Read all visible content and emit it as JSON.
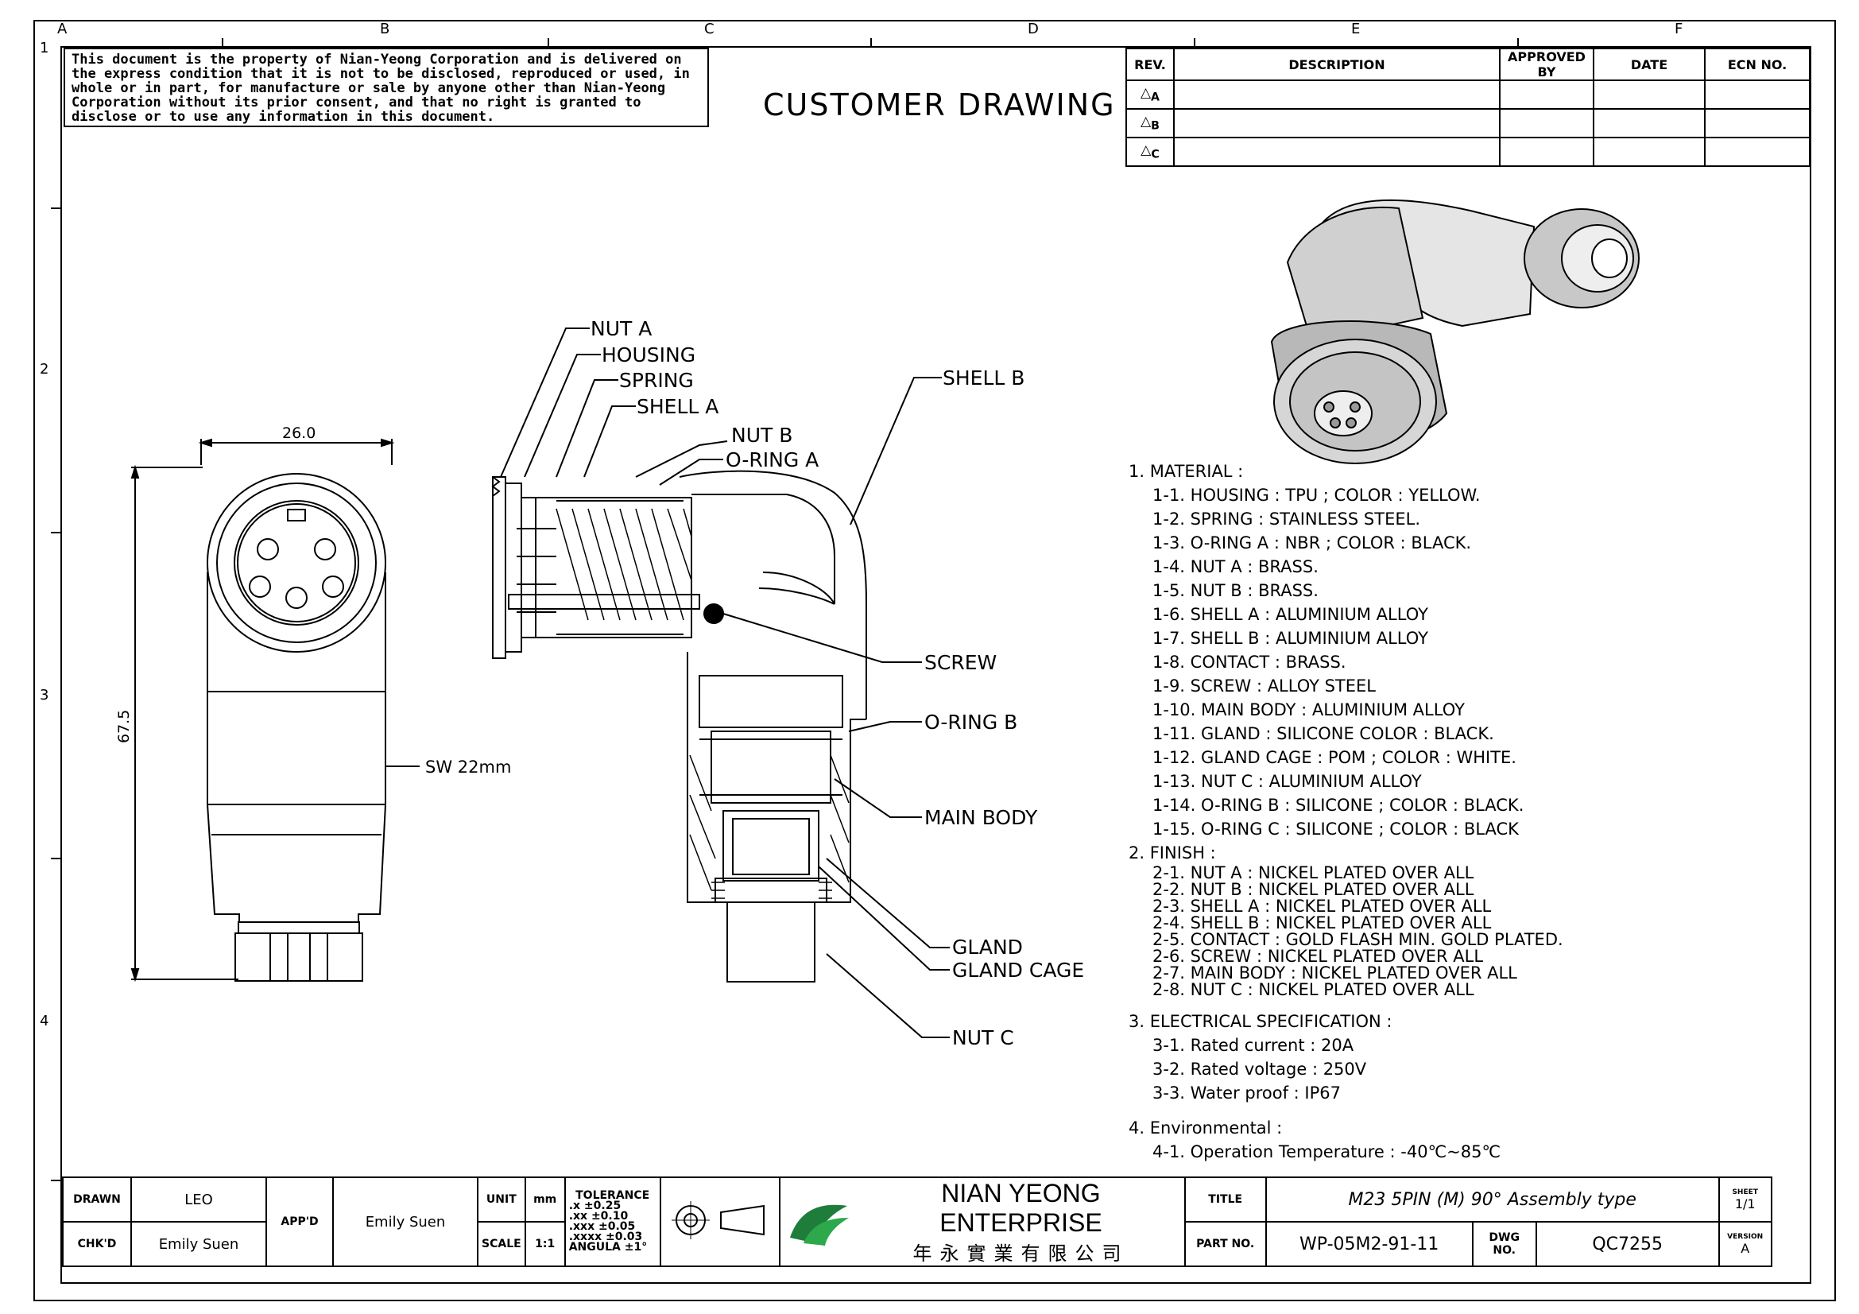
{
  "border": {
    "columns": [
      "A",
      "B",
      "C",
      "D",
      "E",
      "F"
    ],
    "rows": [
      "1",
      "2",
      "3",
      "4"
    ]
  },
  "disclaimer": "This document is the property of Nian-Yeong Corporation and is delivered on the express condition that it is not to be disclosed, reproduced or used, in whole or in part, for manufacture or sale by anyone other than Nian-Yeong Corporation without its prior consent, and that no right is granted to disclose or to use any information in this document.",
  "drawing_title": "CUSTOMER DRAWING",
  "revision_table": {
    "headers": [
      "REV.",
      "DESCRIPTION",
      "APPROVED BY",
      "DATE",
      "ECN NO."
    ],
    "rows": [
      "A",
      "B",
      "C"
    ]
  },
  "dimensions": {
    "width": "26.0",
    "height": "67.5",
    "wrench": "SW 22mm"
  },
  "callouts": {
    "nut_a": "NUT A",
    "housing": "HOUSING",
    "spring": "SPRING",
    "shell_a": "SHELL A",
    "nut_b": "NUT B",
    "oring_a": "O-RING A",
    "shell_b": "SHELL B",
    "screw": "SCREW",
    "oring_b": "O-RING B",
    "main_body": "MAIN BODY",
    "gland": "GLAND",
    "gland_cage": "GLAND CAGE",
    "nut_c": "NUT C"
  },
  "notes": {
    "material_title": "1. MATERIAL :",
    "material": [
      "1-1. HOUSING : TPU ; COLOR : YELLOW.",
      "1-2. SPRING : STAINLESS STEEL.",
      "1-3. O-RING A : NBR ; COLOR : BLACK.",
      "1-4. NUT A : BRASS.",
      "1-5. NUT B : BRASS.",
      "1-6. SHELL A : ALUMINIUM ALLOY",
      "1-7. SHELL B : ALUMINIUM ALLOY",
      "1-8. CONTACT : BRASS.",
      "1-9. SCREW : ALLOY STEEL",
      "1-10. MAIN BODY : ALUMINIUM ALLOY",
      "1-11. GLAND : SILICONE COLOR : BLACK.",
      "1-12. GLAND CAGE : POM ; COLOR : WHITE.",
      "1-13. NUT C : ALUMINIUM ALLOY",
      "1-14. O-RING B : SILICONE ; COLOR : BLACK.",
      "1-15. O-RING C : SILICONE ; COLOR : BLACK"
    ],
    "finish_title": "2. FINISH :",
    "finish": [
      "2-1. NUT A : NICKEL PLATED OVER ALL",
      "2-2. NUT B : NICKEL PLATED OVER ALL",
      "2-3. SHELL A : NICKEL PLATED OVER ALL",
      "2-4. SHELL B : NICKEL PLATED OVER ALL",
      "2-5. CONTACT : GOLD FLASH MIN. GOLD PLATED.",
      "2-6. SCREW : NICKEL PLATED OVER ALL",
      "2-7. MAIN BODY : NICKEL PLATED OVER ALL",
      "2-8. NUT C : NICKEL PLATED OVER ALL"
    ],
    "electrical_title": "3. ELECTRICAL SPECIFICATION :",
    "electrical": [
      "3-1. Rated current : 20A",
      "3-2. Rated voltage : 250V",
      "3-3. Water proof : IP67"
    ],
    "env_title": "4. Environmental :",
    "env": [
      "4-1. Operation Temperature : -40℃~85℃"
    ]
  },
  "title_block": {
    "drawn_label": "DRAWN",
    "drawn": "LEO",
    "chkd_label": "CHK'D",
    "chkd": "Emily Suen",
    "appd_label": "APP'D",
    "appd": "Emily Suen",
    "unit_label": "UNIT",
    "unit": "mm",
    "scale_label": "SCALE",
    "scale": "1:1",
    "tolerance_title": "TOLERANCE",
    "tolerance": [
      ".x  ±0.25",
      ".xx  ±0.10",
      ".xxx  ±0.05",
      ".xxxx  ±0.03",
      "ANGULA  ±1°"
    ],
    "company": "NIAN YEONG ENTERPRISE",
    "company_cn": "年永實業有限公司",
    "title_label": "TITLE",
    "title": "M23 5PIN (M) 90° Assembly type",
    "part_label": "PART NO.",
    "part_no": "WP-05M2-91-11",
    "dwg_label": "DWG NO.",
    "dwg_no": "QC7255",
    "sheet_label": "SHEET",
    "sheet": "1/1",
    "version_label": "VERSION",
    "version": "A"
  }
}
